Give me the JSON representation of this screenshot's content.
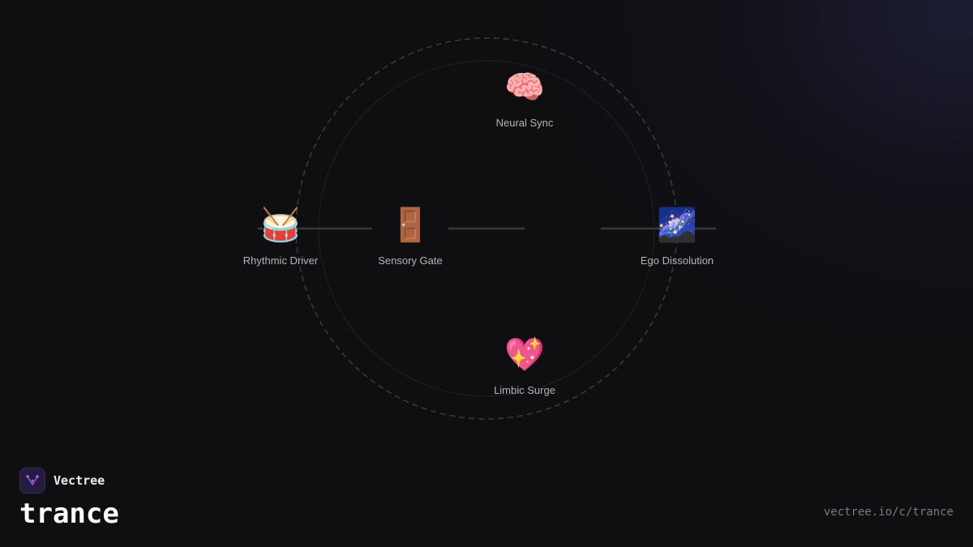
{
  "brand": {
    "name": "Vectree",
    "logo_color": "#9a4fe0"
  },
  "title": "trance",
  "url": "vectree.io/c/trance",
  "nodes": [
    {
      "id": "neural-sync",
      "label": "Neural Sync",
      "emoji": "🧠",
      "icon": "brain-icon"
    },
    {
      "id": "rhythmic-driver",
      "label": "Rhythmic Driver",
      "emoji": "🥁",
      "icon": "drum-icon"
    },
    {
      "id": "sensory-gate",
      "label": "Sensory Gate",
      "emoji": "🚪",
      "icon": "door-icon"
    },
    {
      "id": "ego-dissolution",
      "label": "Ego Dissolution",
      "emoji": "🌌",
      "icon": "milky-way-icon"
    },
    {
      "id": "limbic-surge",
      "label": "Limbic Surge",
      "emoji": "💖",
      "icon": "sparkling-heart-icon"
    }
  ],
  "colors": {
    "background": "#0f0f12",
    "connector": "#3a3a3e",
    "ring": "#3c3c40",
    "label": "#b4b4ba"
  }
}
